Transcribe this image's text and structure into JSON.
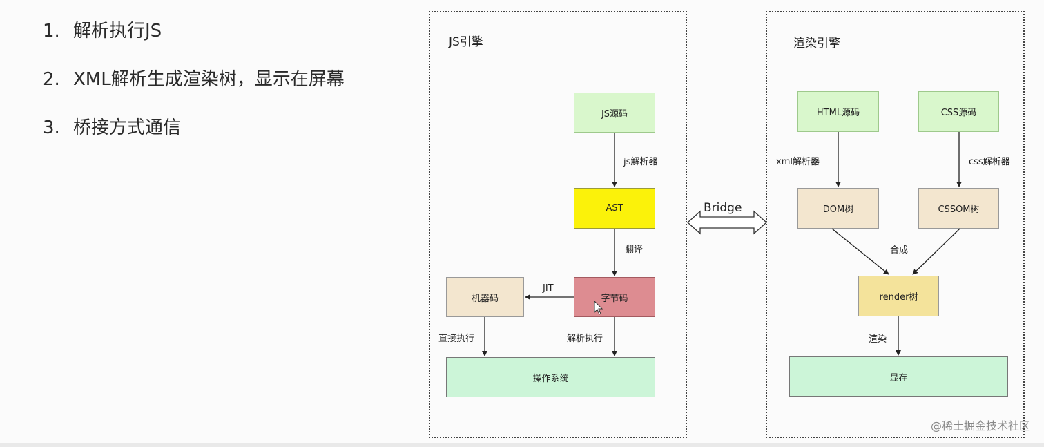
{
  "points": [
    {
      "num": "1.",
      "text": "解析执行JS"
    },
    {
      "num": "2.",
      "text": "XML解析生成渲染树，显示在屏幕"
    },
    {
      "num": "3.",
      "text": "桥接方式通信"
    }
  ],
  "js_engine": {
    "title": "JS引擎",
    "source": "JS源码",
    "parser_label": "js解析器",
    "ast": "AST",
    "translate_label": "翻译",
    "bytecode": "字节码",
    "jit_label": "JIT",
    "machine_code": "机器码",
    "direct_exec_label": "直接执行",
    "interpret_label": "解析执行",
    "os": "操作系统"
  },
  "bridge": {
    "label": "Bridge"
  },
  "render_engine": {
    "title": "渲染引擎",
    "html_source": "HTML源码",
    "css_source": "CSS源码",
    "xml_parser_label": "xml解析器",
    "css_parser_label": "css解析器",
    "dom_tree": "DOM树",
    "cssom_tree": "CSSOM树",
    "compose_label": "合成",
    "render_tree": "render树",
    "render_label": "渲染",
    "vram": "显存"
  },
  "watermark": "@稀土掘金技术社区",
  "colors": {
    "source_green": "#d9f7cc",
    "ast_yellow": "#fbf20a",
    "bytecode_red": "#dd8c91",
    "tan": "#f3e6cf",
    "render_yellow": "#f4e39b",
    "mint": "#ccf5d8"
  }
}
